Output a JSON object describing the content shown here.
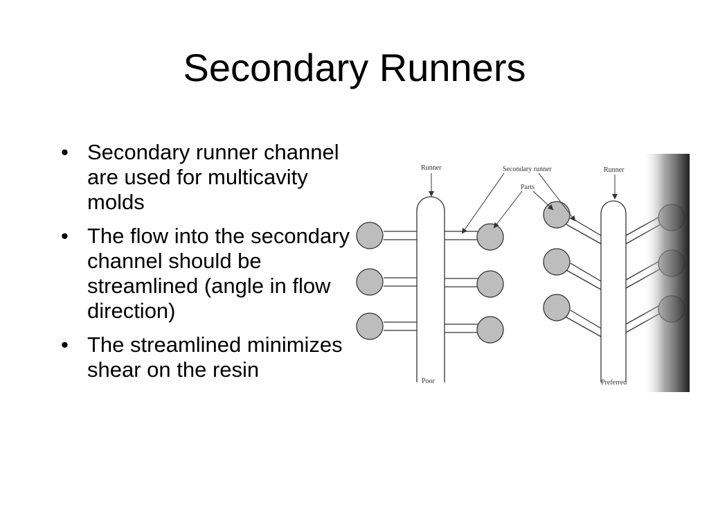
{
  "slide": {
    "title": "Secondary Runners",
    "bullets": [
      "Secondary runner channel are used for multicavity molds",
      "The flow into the secondary channel should be streamlined (angle in flow direction)",
      "The streamlined minimizes shear on the resin"
    ]
  },
  "figure": {
    "labels": {
      "runner_left": "Runner",
      "secondary_runner": "Secondary runner",
      "parts": "Parts",
      "runner_right": "Runner",
      "poor": "Poor",
      "preferred": "Preferred"
    },
    "colors": {
      "part_fill": "#bdbdbd",
      "line": "#333333"
    }
  }
}
